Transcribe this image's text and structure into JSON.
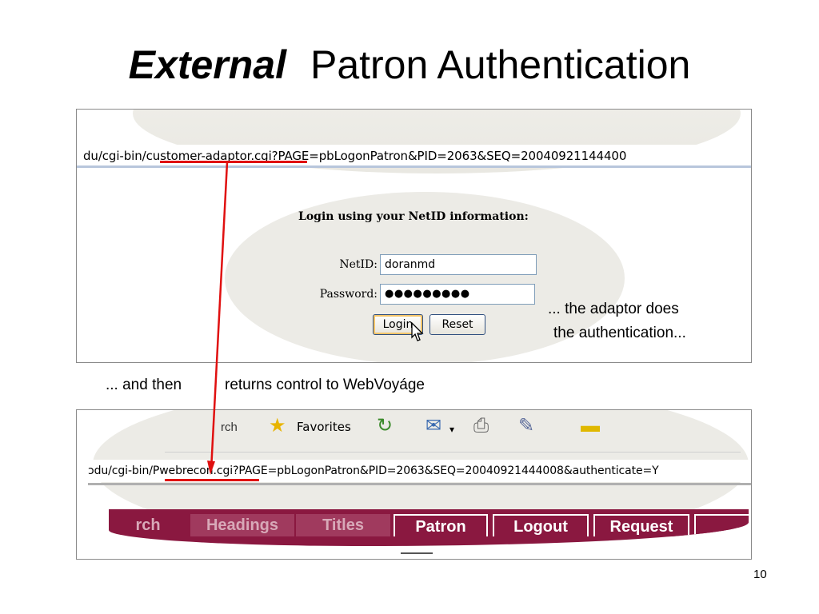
{
  "title": {
    "emphasis": "External",
    "rest": "Patron Authentication"
  },
  "panel1": {
    "address_url": "du/cgi-bin/customer-adaptor.cgi?PAGE=pbLogonPatron&PID=2063&SEQ=20040921144400",
    "login_heading": "Login using your NetID information:",
    "netid_label": "NetID:",
    "netid_value": "doranmd",
    "password_label": "Password:",
    "password_value": "●●●●●●●●●",
    "login_button": "Login",
    "reset_button": "Reset",
    "caption_line1": "... the adaptor does",
    "caption_line2": "the authentication..."
  },
  "middle": {
    "left": "... and then",
    "right": "returns control to WebVoyáge"
  },
  "panel2": {
    "toolbar_favorites": "Favorites",
    "toolbar_partial": "rch",
    "address_url": "ɔdu/cgi-bin/Pwebrecon.cgi?PAGE=pbLogonPatron&PID=2063&SEQ=20040921444008&authenticate=Y",
    "nav": [
      "rch",
      "Headings",
      "Titles",
      "Patron",
      "Logout",
      "Request"
    ]
  },
  "page_number": "10",
  "colors": {
    "underline": "#e01010",
    "nav_bg": "#8a1840"
  },
  "icons": [
    "star-icon",
    "refresh-icon",
    "mail-icon",
    "printer-icon",
    "edit-icon",
    "folder-icon",
    "cursor-icon"
  ]
}
